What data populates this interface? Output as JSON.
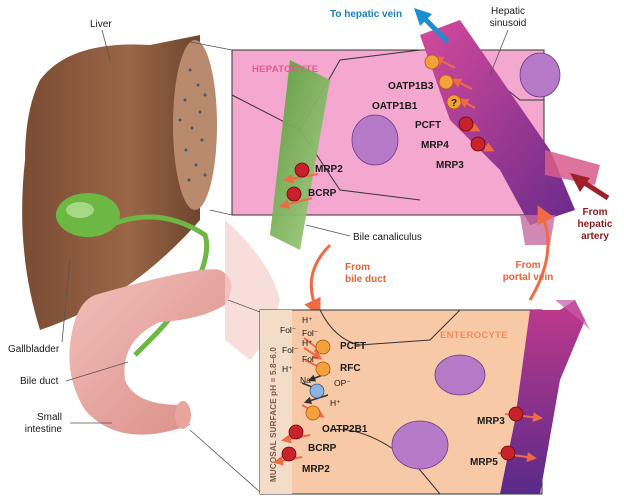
{
  "organs": {
    "liver": "Liver",
    "gallbladder": "Gallbladder",
    "bile_duct": "Bile duct",
    "small_intestine_line1": "Small",
    "small_intestine_line2": "intestine"
  },
  "hepatocyte_panel": {
    "title": "HEPATOCYTE",
    "hepatic_sinusoid_line1": "Hepatic",
    "hepatic_sinusoid_line2": "sinusoid",
    "to_hepatic_vein": "To hepatic vein",
    "bile_canaliculus": "Bile canaliculus",
    "basolateral_transporters": [
      "OATP1B3",
      "OATP1B1",
      "PCFT",
      "MRP4",
      "MRP3"
    ],
    "apical_transporters": [
      "MRP2",
      "BCRP"
    ],
    "unknown_marker": "?",
    "from_hepatic_artery_line1": "From",
    "from_hepatic_artery_line2": "hepatic",
    "from_hepatic_artery_line3": "artery"
  },
  "flows": {
    "from_bile_duct_line1": "From",
    "from_bile_duct_line2": "bile duct",
    "from_portal_vein_line1": "From",
    "from_portal_vein_line2": "portal vein"
  },
  "enterocyte_panel": {
    "title": "ENTEROCYTE",
    "mucosal_ph": "MUCOSAL SURFACE pH = 5.8–6.0",
    "apical_transporters": [
      "PCFT",
      "RFC",
      "OATP2B1",
      "BCRP",
      "MRP2"
    ],
    "basolateral_transporters": [
      "MRP3",
      "MRP5"
    ],
    "ions": {
      "h_plus": "H⁺",
      "fol_minus": "Fol⁻",
      "na_plus": "Na⁺",
      "op_minus": "OP⁻"
    }
  },
  "colors": {
    "hepatocyte_bg": "#f4a8cf",
    "enterocyte_bg": "#f7c9a6",
    "transporter_red": "#c8232b",
    "transporter_orange": "#f5a13a",
    "transporter_blue": "#8fb3e0",
    "liver_brown": "#8a5a3e",
    "bile_green": "#6cb843",
    "intestine_pink": "#f0b3ad",
    "arrow_orange": "#ef6a45",
    "vessel_purple": "#8b3aa0"
  }
}
